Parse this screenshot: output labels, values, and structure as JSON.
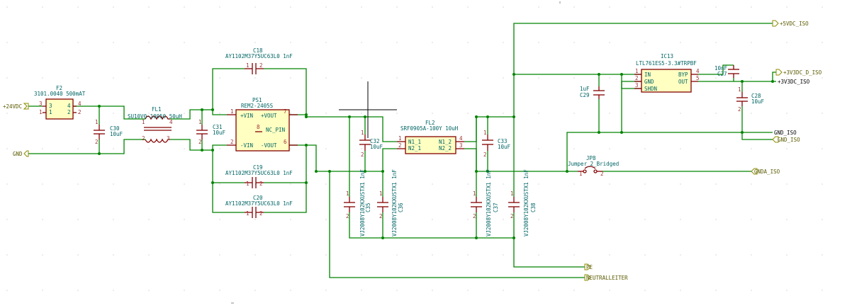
{
  "components": {
    "F2": {
      "ref": "F2",
      "value": "3101.0040 500mAT",
      "pins": [
        "3",
        "1",
        "4",
        "2"
      ]
    },
    "FL1": {
      "ref": "FL1",
      "value": "SU10V0-10050 50uH",
      "pins": [
        "1",
        "4",
        "2",
        "3"
      ]
    },
    "C30": {
      "ref": "C30",
      "value": "10uF",
      "pins": [
        "1",
        "2"
      ]
    },
    "C31": {
      "ref": "C31",
      "value": "10uF",
      "pins": [
        "1",
        "2"
      ]
    },
    "C18": {
      "ref": "C18",
      "value": "AY1102M37Y5UC63L0 1nF",
      "pins": [
        "1",
        "2"
      ]
    },
    "C19": {
      "ref": "C19",
      "value": "AY1102M37Y5UC63L0 1nF",
      "pins": [
        "1",
        "2"
      ]
    },
    "C20": {
      "ref": "C20",
      "value": "AY1102M37Y5UC63L0 1nF",
      "pins": [
        "1",
        "2"
      ]
    },
    "PS1": {
      "ref": "PS1",
      "value": "REM2-2405S",
      "in_pos": "+VIN",
      "out_pos": "+VOUT",
      "nc": "NC_PIN",
      "in_neg": "-VIN",
      "out_neg": "-VOUT",
      "pins": [
        "1",
        "7",
        "2",
        "6",
        "8"
      ]
    },
    "C32": {
      "ref": "C32",
      "value": "10uF",
      "pins": [
        "1",
        "2"
      ]
    },
    "FL2": {
      "ref": "FL2",
      "value": "SRF0905A-100Y 10uH",
      "p1": "N1_1",
      "p2": "N2_1",
      "p3": "N1_2",
      "p4": "N2_2",
      "pins": [
        "1",
        "2",
        "4",
        "3"
      ]
    },
    "C33": {
      "ref": "C33",
      "value": "10uF",
      "pins": [
        "1",
        "2"
      ]
    },
    "C35": {
      "ref": "C35",
      "value": "VJ2008Y102KXUSTX1 1nF",
      "pins": [
        "1",
        "2"
      ]
    },
    "C36": {
      "ref": "C36",
      "value": "VJ2008Y102KXUSTX1 1nF",
      "pins": [
        "1",
        "2"
      ]
    },
    "C37": {
      "ref": "C37",
      "value": "VJ2008Y102KXUSTX1 1nF",
      "pins": [
        "1",
        "2"
      ]
    },
    "C38": {
      "ref": "C38",
      "value": "VJ2008Y102KXUSTX1 1nF",
      "pins": [
        "1",
        "2"
      ]
    },
    "IC13": {
      "ref": "IC13",
      "value": "LTL761ES5-3.3#TRPBF",
      "in": "IN",
      "gnd": "GND",
      "shdn": "SHDN",
      "byp": "BYP",
      "out": "OUT",
      "pins": [
        "1",
        "2",
        "3",
        "4",
        "5"
      ]
    },
    "C29": {
      "ref": "C29",
      "value": "1uF",
      "pins": [
        "1",
        "2"
      ]
    },
    "C27": {
      "ref": "C27",
      "value": "10nF",
      "pins": [
        "1",
        "2"
      ]
    },
    "C28": {
      "ref": "C28",
      "value": "10uF",
      "pins": [
        "1",
        "2"
      ]
    },
    "JP8": {
      "ref": "JP8",
      "value": "Jumper_2_Bridged",
      "pins": [
        "1",
        "2"
      ]
    }
  },
  "nets": {
    "in_24v": "+24VDC",
    "gnd": "GND",
    "v5_iso": "+5VDC_ISO",
    "v33_d_iso": "+3V3DC_D_ISO",
    "v33_iso": "+3V3DC_ISO",
    "gnd_iso": "GND_ISO",
    "gnd_d_iso": "GND_ISO",
    "gnda_iso": "GNDA_ISO",
    "pe": "PE",
    "neutral": "NEUTRALLEITER"
  },
  "colors": {
    "wire": "#008400",
    "component": "#840000",
    "component_fill": "#ffffc2",
    "label_text": "#006464",
    "net_label": "#5a5a00",
    "pin_number": "#a03232",
    "background": "#ffffff"
  }
}
